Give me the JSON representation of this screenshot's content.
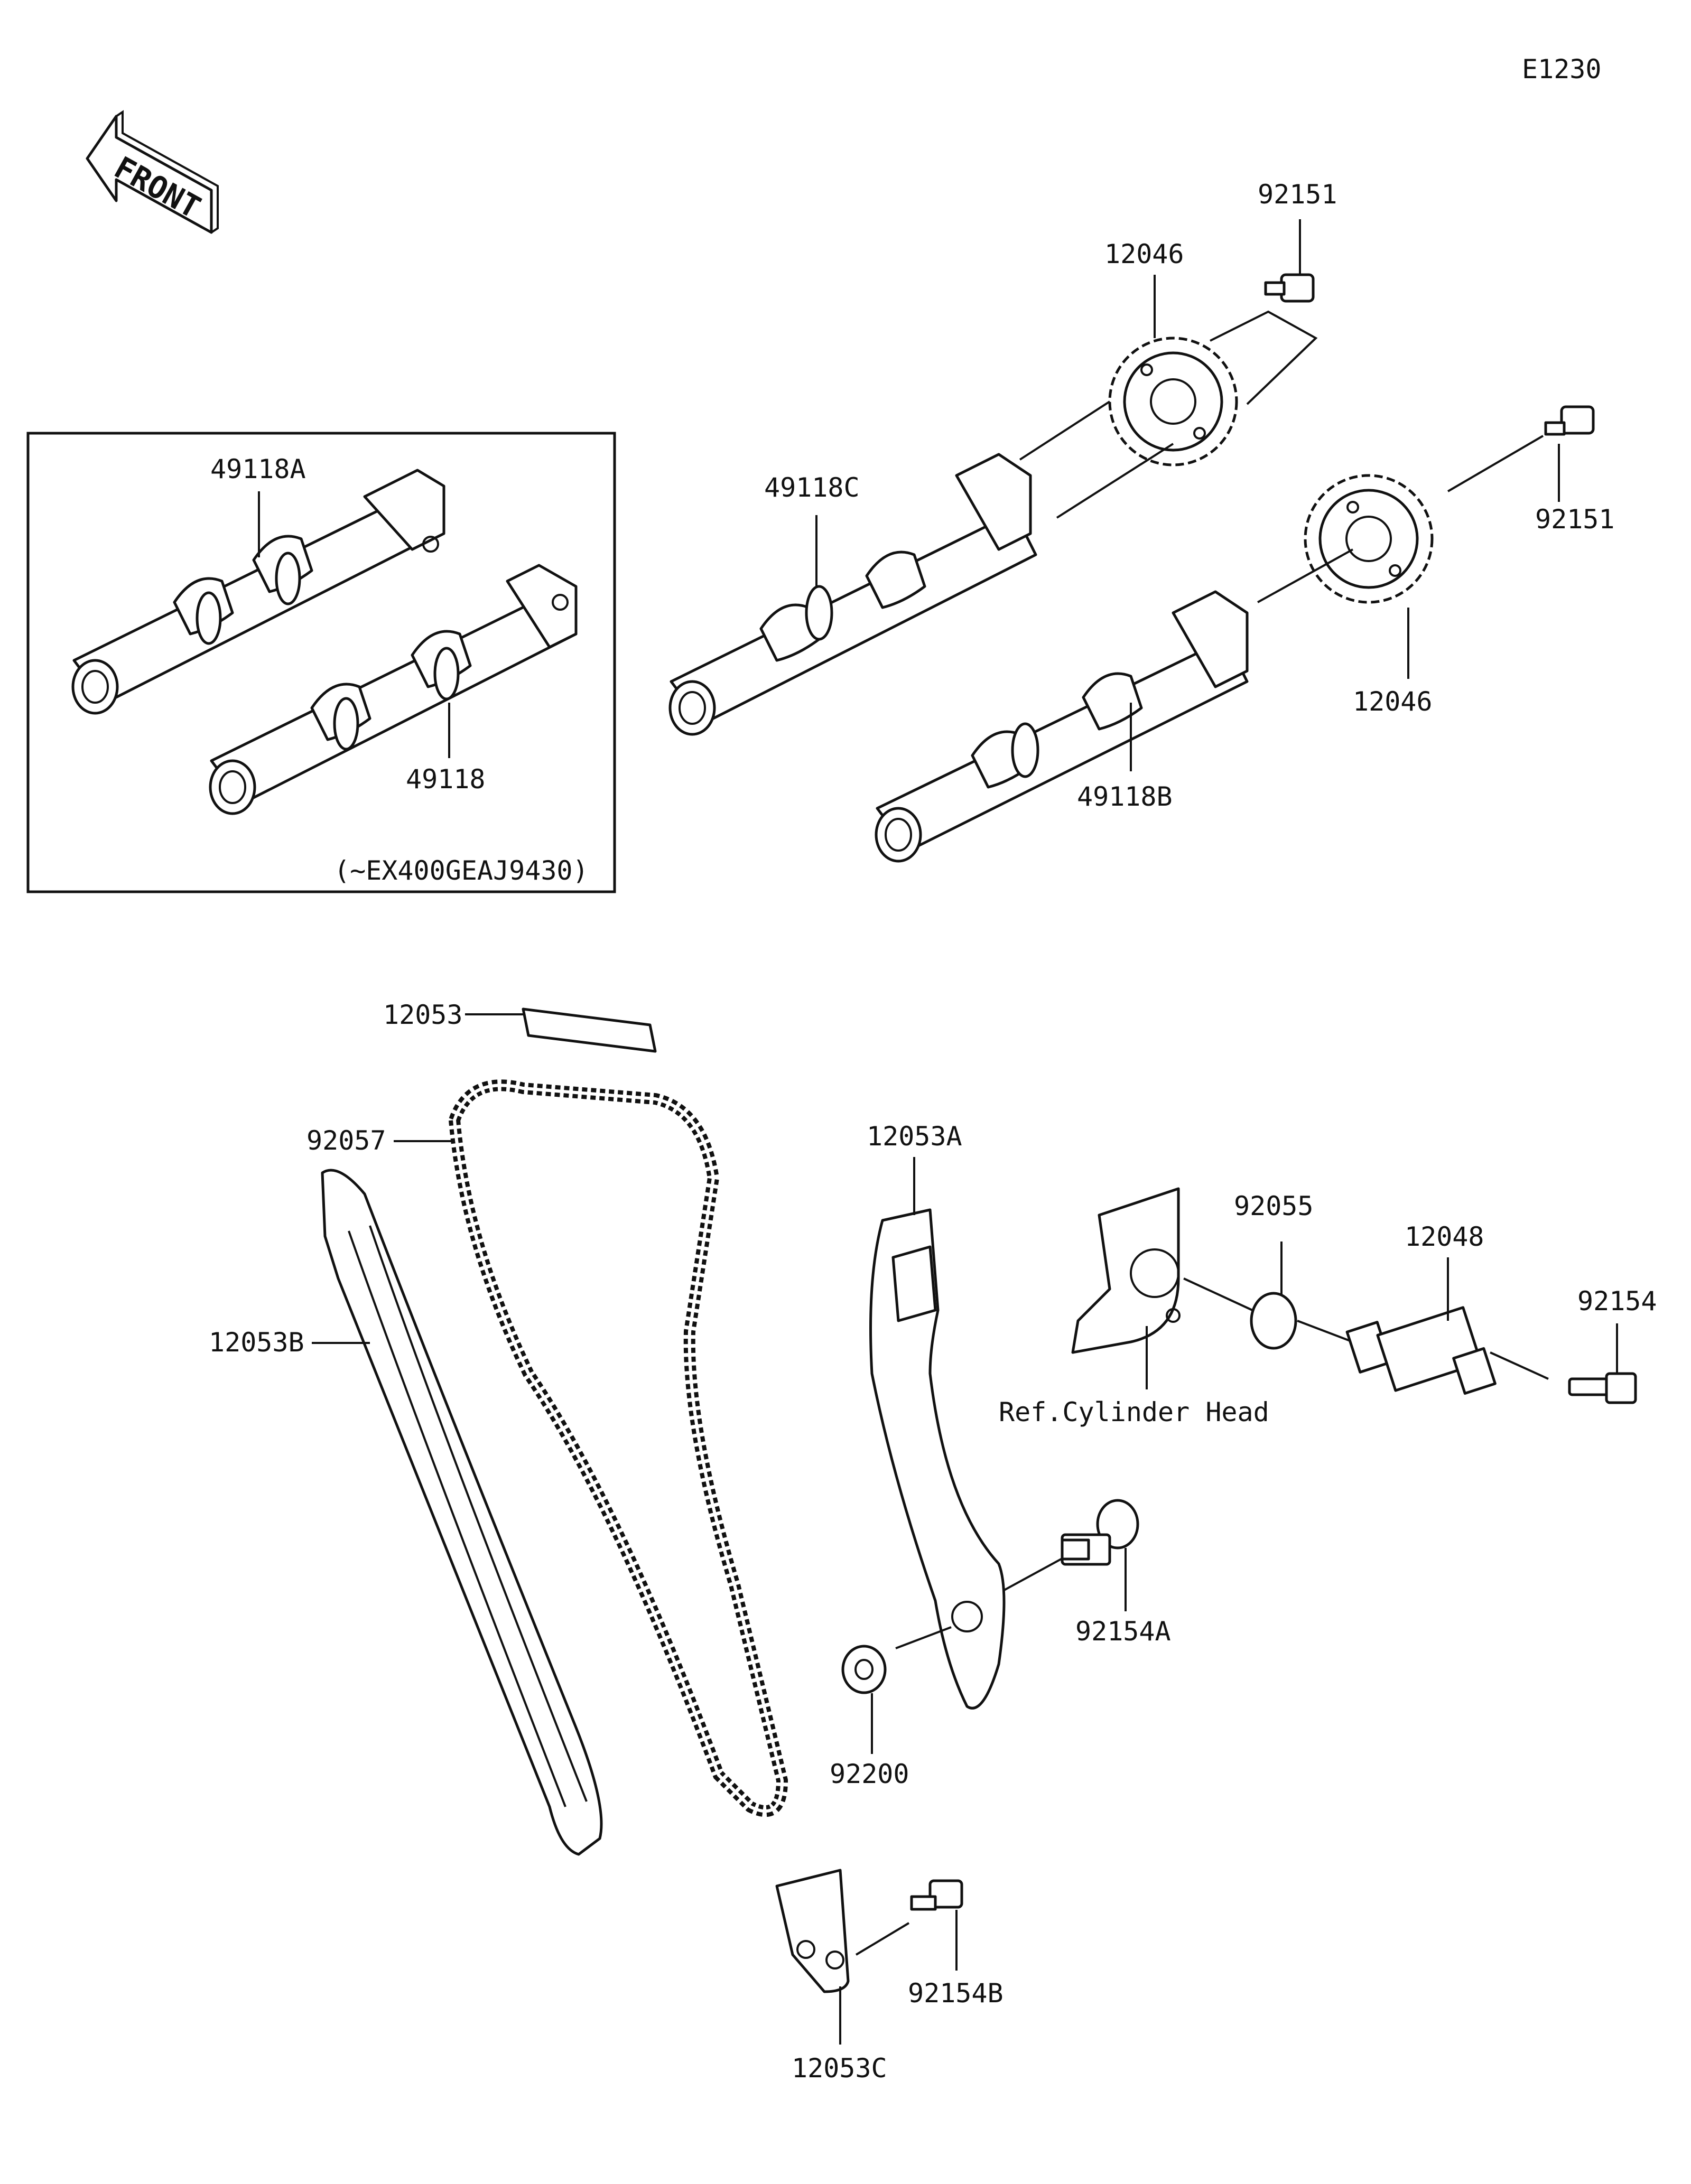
{
  "diagram_code": "E1230",
  "front_label": "FRONT",
  "inset_note": "(~EX400GEAJ9430)",
  "ref_note": "Ref.Cylinder Head",
  "parts": {
    "p49118A": "49118A",
    "p49118": "49118",
    "p49118C": "49118C",
    "p49118B": "49118B",
    "p12046_top": "12046",
    "p12046_bottom": "12046",
    "p92151_top": "92151",
    "p92151_right": "92151",
    "p12053": "12053",
    "p92057": "92057",
    "p12053A": "12053A",
    "p12053B": "12053B",
    "p92055": "92055",
    "p12048": "12048",
    "p92154": "92154",
    "p92154A": "92154A",
    "p92200": "92200",
    "p92154B": "92154B",
    "p12053C": "12053C"
  }
}
